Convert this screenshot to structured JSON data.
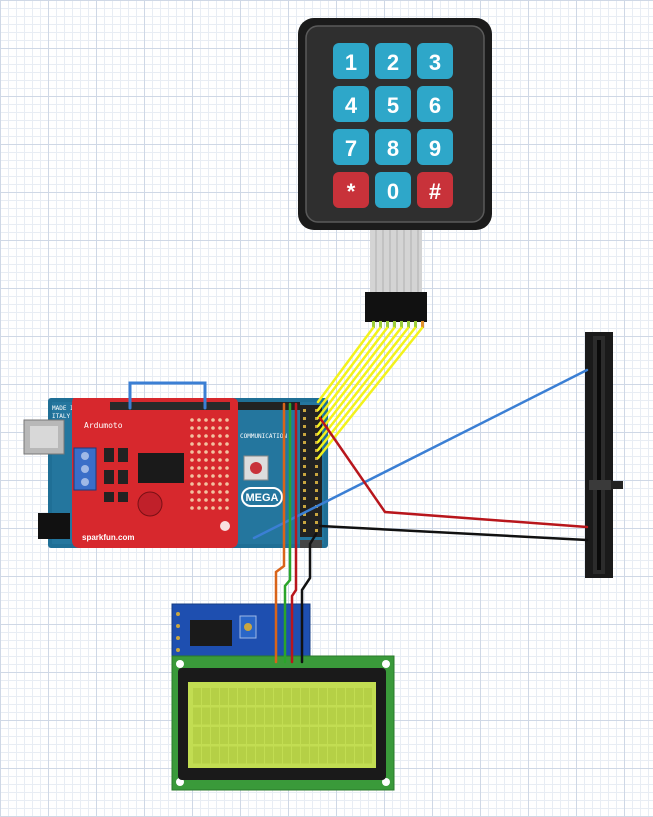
{
  "keypad": {
    "keys": [
      {
        "label": "1",
        "color": "#2ea7c9"
      },
      {
        "label": "2",
        "color": "#2ea7c9"
      },
      {
        "label": "3",
        "color": "#2ea7c9"
      },
      {
        "label": "4",
        "color": "#2ea7c9"
      },
      {
        "label": "5",
        "color": "#2ea7c9"
      },
      {
        "label": "6",
        "color": "#2ea7c9"
      },
      {
        "label": "7",
        "color": "#2ea7c9"
      },
      {
        "label": "8",
        "color": "#2ea7c9"
      },
      {
        "label": "9",
        "color": "#2ea7c9"
      },
      {
        "label": "*",
        "color": "#c8323a"
      },
      {
        "label": "0",
        "color": "#2ea7c9"
      },
      {
        "label": "#",
        "color": "#c8323a"
      }
    ]
  },
  "shield": {
    "name": "Ardumoto",
    "brand": "sparkfun.com",
    "made_in": "MADE IN",
    "country": "ITALY"
  },
  "arduino": {
    "model": "MEGA",
    "comm_label": "COMMUNICATION"
  },
  "colors": {
    "keypad_wire": "#f2f21c",
    "blue_wire": "#3b7fd4",
    "red_wire": "#b8161c",
    "black_wire": "#111111",
    "orange_wire": "#d9641a",
    "green_wire": "#2aa52a",
    "shield_red": "#d7282d",
    "board_blue": "#1f6f96",
    "lcd_screen": "#c2dd52",
    "lcd_pcb": "#3a9a3a"
  }
}
